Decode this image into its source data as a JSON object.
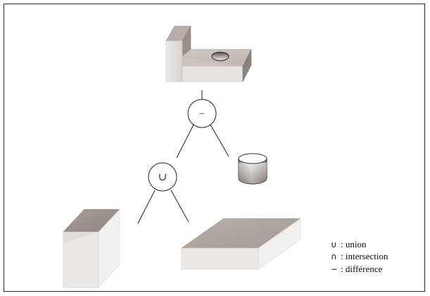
{
  "operations": {
    "difference_symbol": "−",
    "union_symbol": "∪"
  },
  "legend": {
    "items": [
      {
        "symbol": "∪",
        "label": ": union"
      },
      {
        "symbol": "∩",
        "label": ": intersection"
      },
      {
        "symbol": "−",
        "label": ": différence"
      }
    ]
  },
  "colors": {
    "solid_top": "#c1b8b3",
    "solid_side_light": "#f0eeec",
    "solid_side_dark": "#8f8580",
    "frame_border": "#2a2a2a"
  }
}
